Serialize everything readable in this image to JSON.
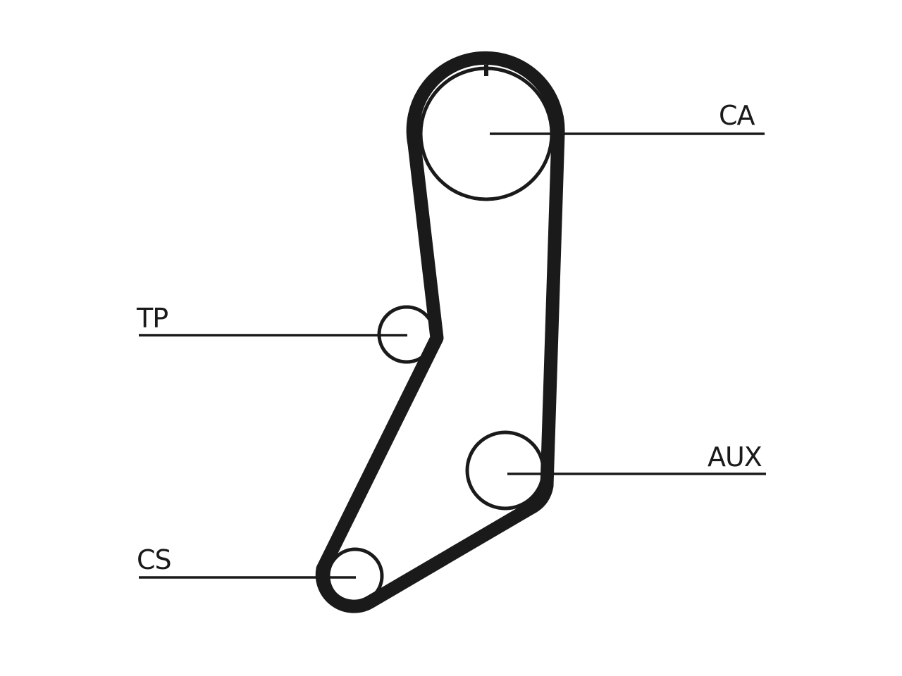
{
  "labels": {
    "camshaft": "CA",
    "tensioner": "TP",
    "auxiliary": "AUX",
    "crankshaft": "CS"
  },
  "colors": {
    "line": "#1a1a1a",
    "background": "#ffffff"
  }
}
